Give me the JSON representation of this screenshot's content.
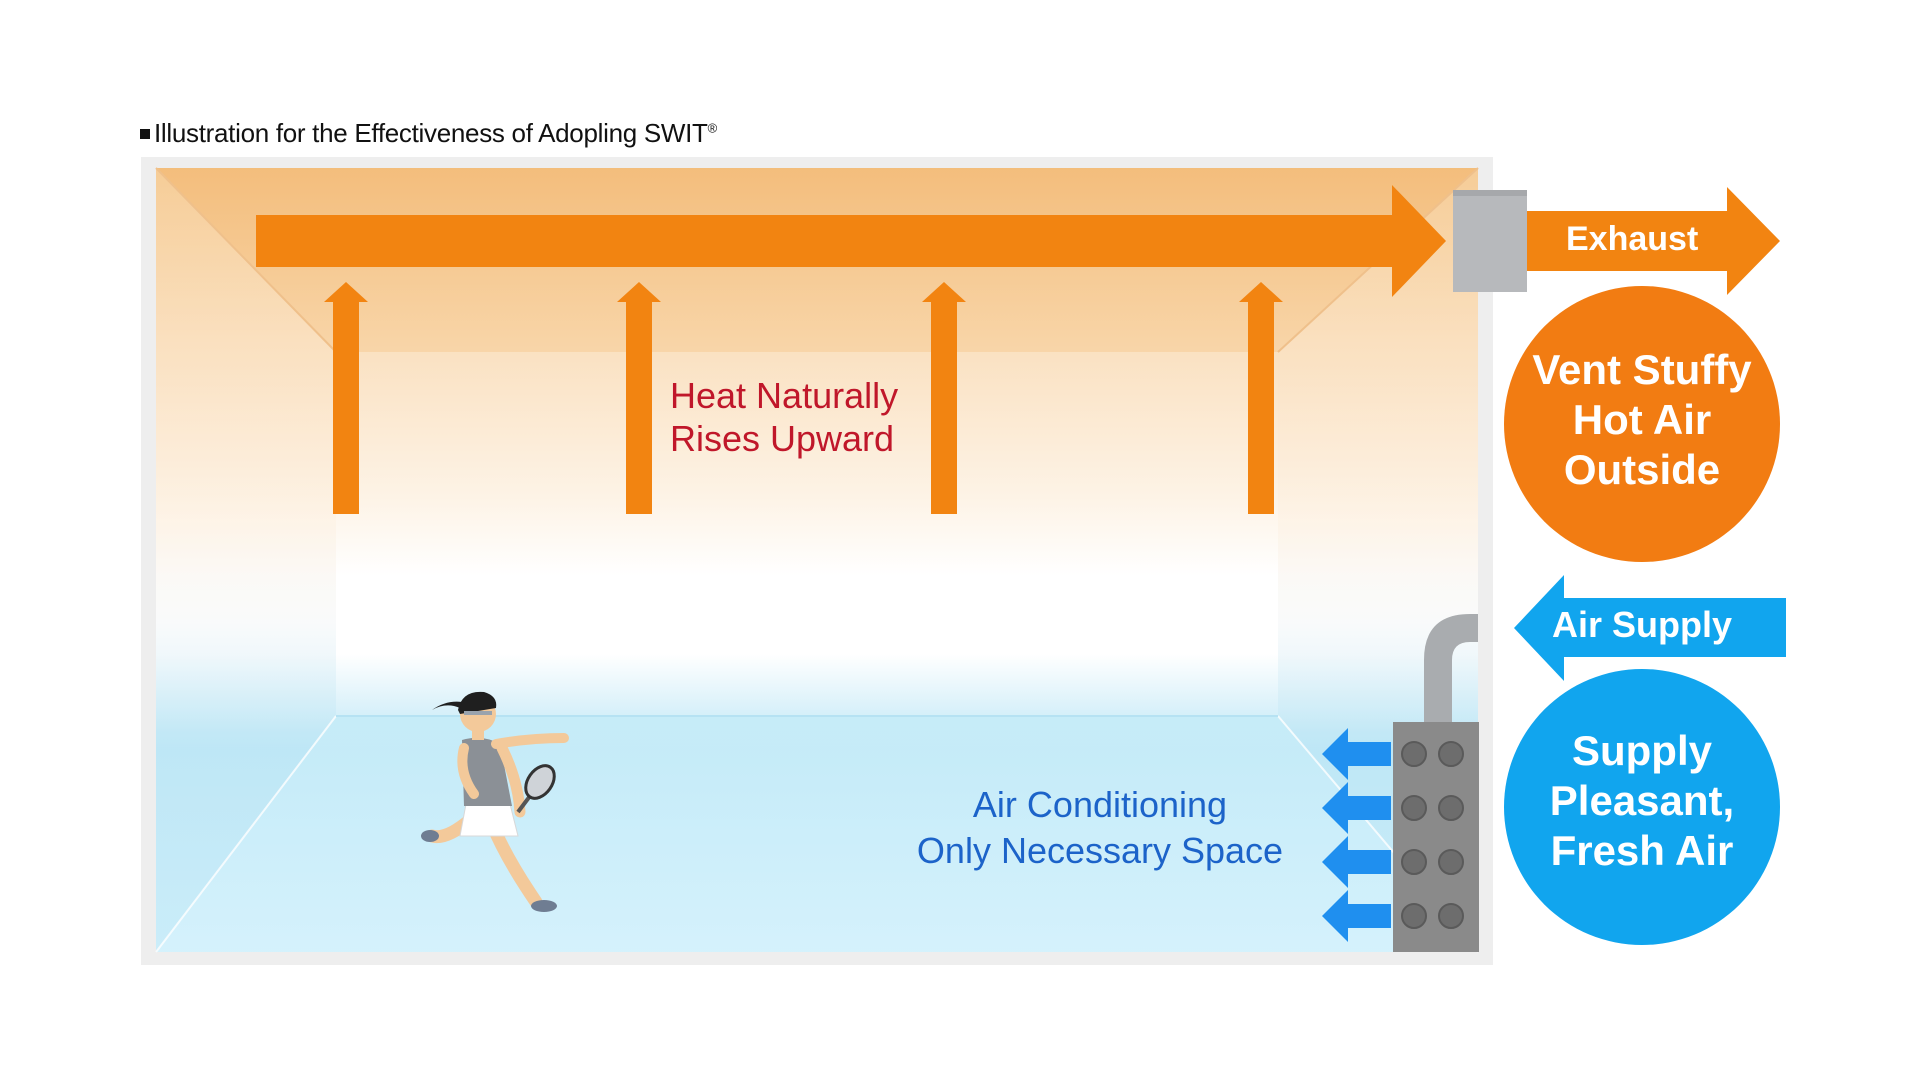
{
  "caption": {
    "text": "Illustration for the Effectiveness of Adopling SWIT",
    "mark": "®"
  },
  "room": {
    "heat_line1": "Heat Naturally",
    "heat_line2": "Rises Upward",
    "ac_line1": "Air Conditioning",
    "ac_line2": "Only Necessary Space"
  },
  "exhaust": {
    "label": "Exhaust",
    "circle_line1": "Vent Stuffy",
    "circle_line2": "Hot Air",
    "circle_line3": "Outside"
  },
  "supply": {
    "label": "Air Supply",
    "circle_line1": "Supply",
    "circle_line2": "Pleasant,",
    "circle_line3": "Fresh Air"
  },
  "colors": {
    "orange": "#f28411",
    "orange_circle": "#f27c12",
    "blue": "#11a5ee",
    "blue_text": "#1c63c9",
    "red_text": "#c0172a",
    "unit_gray": "#8a8a8a",
    "vent_gray": "#b7b9bc"
  },
  "icons": {
    "player": "badminton-player-icon",
    "unit": "air-supply-unit-icon",
    "vent": "exhaust-vent-icon"
  }
}
